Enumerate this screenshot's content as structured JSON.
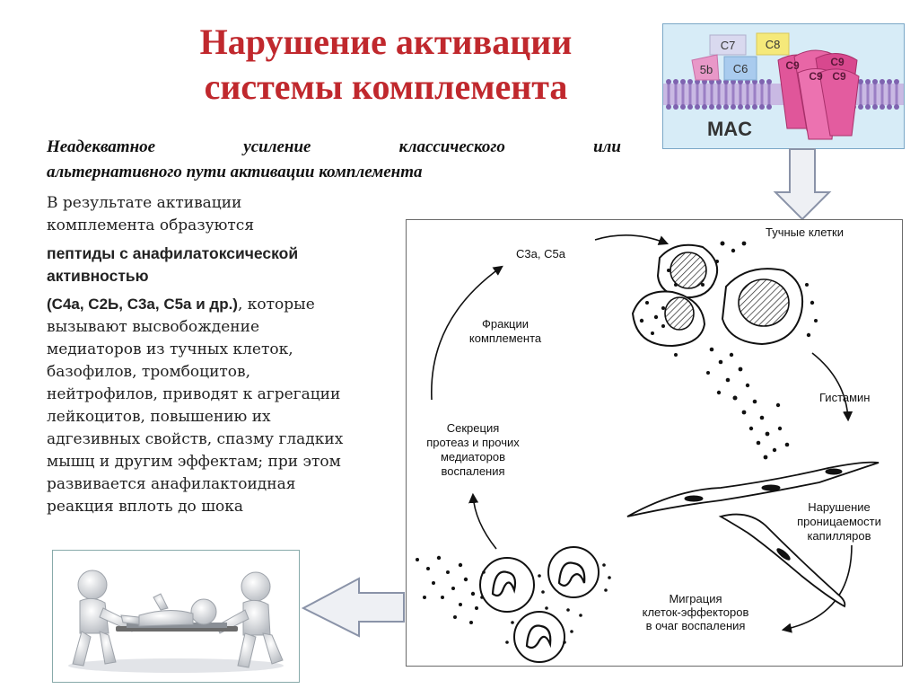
{
  "title": {
    "line1": "Нарушение активации",
    "line2": "системы комплемента"
  },
  "subtitle": {
    "line1": "Неадекватное усиление классического или",
    "line2": "альтернативного пути активации комплемента"
  },
  "body": {
    "intro_line1": "В результате активации",
    "intro_line2": "комплемента образуются",
    "peptides_line1": "пептиды с анафилатоксической",
    "peptides_line2": "активностью",
    "list_bold": "(С4а, С2Ь, С3а, С5а и др.)",
    "list_rest": ", которые",
    "lines": [
      "вызывают высвобождение",
      "медиаторов из тучных клеток,",
      "базофилов, тромбоцитов,",
      "нейтрофилов, приводят к агрегации",
      "лейкоцитов, повышению их",
      "адгезивных свойств, спазму гладких",
      "мышц и другим эффектам; при этом",
      "развивается анафилактоидная",
      "реакция вплоть до шока"
    ]
  },
  "mac": {
    "c7": "C7",
    "c8": "C8",
    "c5b": "5b",
    "c6": "C6",
    "c9a": "C9",
    "c9b": "C9",
    "c9c": "C9",
    "c9d": "C9",
    "mac_label": "MAC"
  },
  "diagram": {
    "mast_cells": "Тучные клетки",
    "c3a_c5a": "С3а, С5а",
    "fractions_1": "Фракции",
    "fractions_2": "комплемента",
    "histamine": "Гистамин",
    "secretion_1": "Секреция",
    "secretion_2": "протеаз и прочих",
    "secretion_3": "медиаторов",
    "secretion_4": "воспаления",
    "permeability_1": "Нарушение",
    "permeability_2": "проницаемости",
    "permeability_3": "капилляров",
    "migration_1": "Миграция",
    "migration_2": "клеток-эффекторов",
    "migration_3": "в очаг воспаления"
  },
  "colors": {
    "title": "#c0282d",
    "mac_bg": "#d7ecf7",
    "membrane": "#9b7fc4",
    "c9": "#e0569a",
    "c7": "#d9d9ef",
    "c8": "#f5e97a",
    "c5b": "#e898c8",
    "c6": "#a9cbee",
    "arrow_fill": "#eef0f4"
  }
}
